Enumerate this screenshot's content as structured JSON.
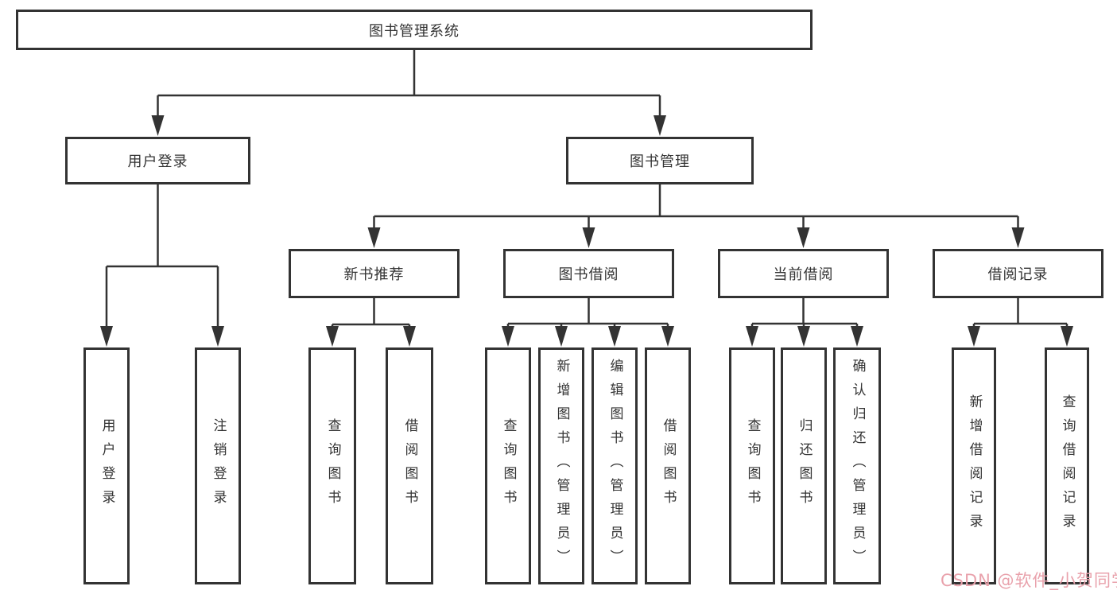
{
  "tree": {
    "label": "图书管理系统",
    "children": [
      {
        "label": "用户登录",
        "children": [
          {
            "label": "用户登录"
          },
          {
            "label": "注销登录"
          }
        ]
      },
      {
        "label": "图书管理",
        "children": [
          {
            "label": "新书推荐",
            "children": [
              {
                "label": "查询图书"
              },
              {
                "label": "借阅图书"
              }
            ]
          },
          {
            "label": "图书借阅",
            "children": [
              {
                "label": "查询图书"
              },
              {
                "label": "新增图书（管理员）"
              },
              {
                "label": "编辑图书（管理员）"
              },
              {
                "label": "借阅图书"
              }
            ]
          },
          {
            "label": "当前借阅",
            "children": [
              {
                "label": "查询图书"
              },
              {
                "label": "归还图书"
              },
              {
                "label": "确认归还（管理员）"
              }
            ]
          },
          {
            "label": "借阅记录",
            "children": [
              {
                "label": "新增借阅记录"
              },
              {
                "label": "查询借阅记录"
              }
            ]
          }
        ]
      }
    ]
  },
  "watermark": {
    "text": "CSDN @软件_小贺同学",
    "color": "#e9a2ac"
  },
  "colors": {
    "line": "#333333",
    "node_border": "#333333",
    "node_background": "#ffffff",
    "text": "#333333",
    "background": "#ffffff"
  }
}
